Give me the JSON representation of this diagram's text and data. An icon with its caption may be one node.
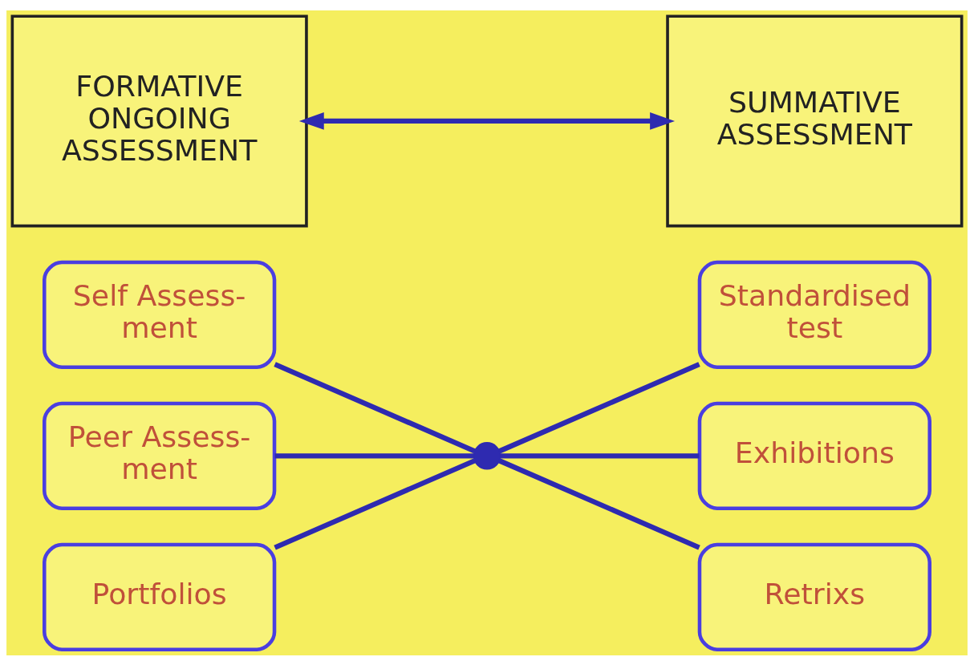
{
  "diagram": {
    "nodes": [
      {
        "text": [
          "FORMATIVE ONGOING ASSESSMENT"
        ]
      },
      {
        "text": [
          "SUMMATIVE ASSESSMENT"
        ]
      },
      {
        "text": [
          "Self Assess- ment"
        ]
      },
      {
        "text": [
          "Peer Assess- ment"
        ]
      },
      {
        "text": [
          "Portfolios"
        ]
      },
      {
        "text": [
          "Standardised test"
        ]
      },
      {
        "text": [
          "Exhibitions"
        ]
      },
      {
        "text": [
          "Retrixs"
        ]
      },
      {
        "text": [],
        "shape": "dot"
      }
    ],
    "edges": [
      {
        "from": 0,
        "to": 1,
        "arrow": "both"
      },
      {
        "from": 8,
        "to": 2,
        "arrow": "none"
      },
      {
        "from": 8,
        "to": 3,
        "arrow": "none"
      },
      {
        "from": 8,
        "to": 4,
        "arrow": "none"
      },
      {
        "from": 8,
        "to": 5,
        "arrow": "none"
      },
      {
        "from": 8,
        "to": 6,
        "arrow": "none"
      },
      {
        "from": 8,
        "to": 7,
        "arrow": "none"
      }
    ]
  }
}
